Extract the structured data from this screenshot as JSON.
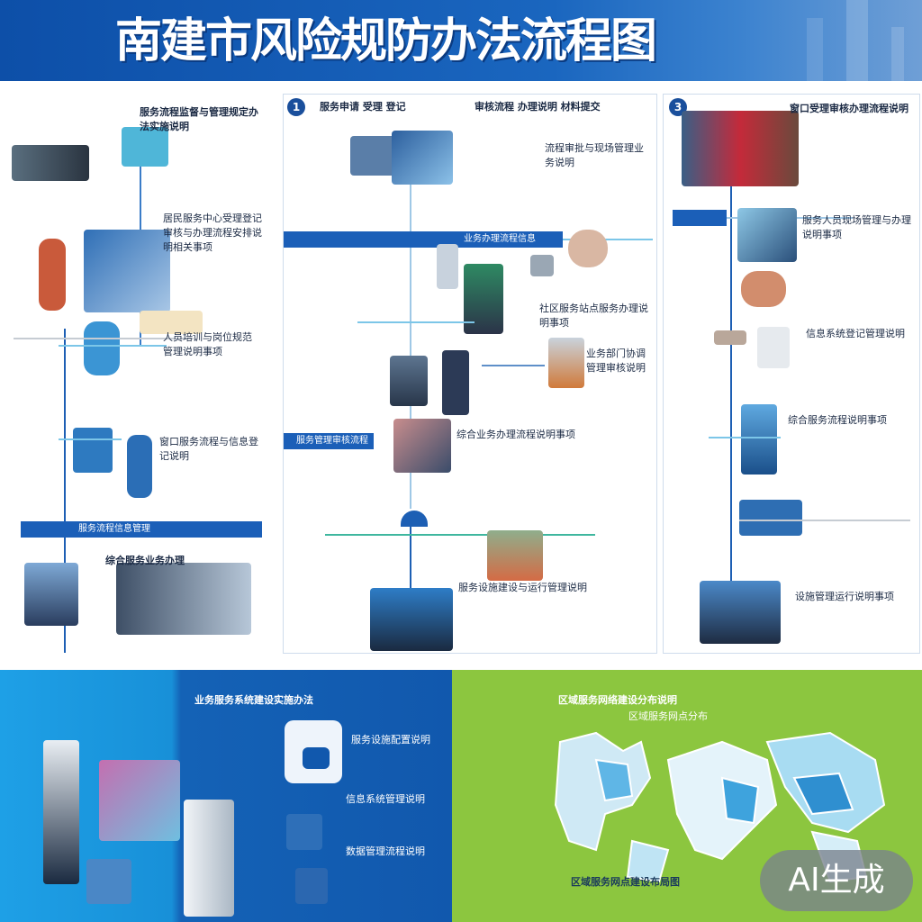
{
  "header": {
    "title": "南建市风险规防办法流程图"
  },
  "steps": {
    "step1": "1",
    "step3": "3"
  },
  "column1": {
    "blocks": [
      "服务流程监督与管理规定办法实施说明",
      "居民服务中心受理登记审核与办理流程安排说明相关事项",
      "人员培训与岗位规范管理说明事项",
      "窗口服务流程与信息登记说明",
      "综合服务业务办理"
    ],
    "band": "服务流程信息管理"
  },
  "column2": {
    "header_blocks": [
      "服务申请 受理 登记",
      "审核流程 办理说明 材料提交"
    ],
    "blocks": [
      "流程审批与现场管理业务说明",
      "社区服务站点服务办理说明事项",
      "业务部门协调管理审核说明",
      "综合业务办理流程说明事项",
      "服务设施建设与运行管理说明"
    ],
    "bands": [
      "业务办理流程信息",
      "服务管理审核流程"
    ]
  },
  "column3": {
    "blocks": [
      "窗口受理审核办理流程说明",
      "服务人员现场管理与办理说明事项",
      "信息系统登记管理说明",
      "综合服务流程说明事项",
      "设施管理运行说明事项"
    ]
  },
  "bottom_left": {
    "heading": "业务服务系统建设实施办法",
    "blocks": [
      "服务设施配置说明",
      "信息系统管理说明",
      "数据管理流程说明"
    ]
  },
  "bottom_right": {
    "heading": "区域服务网络建设分布说明",
    "sub": "区域服务网点分布",
    "footer": "区域服务网点建设布局图"
  },
  "badge": "AI生成",
  "colors": {
    "header_blue": "#1a66bf",
    "timeline_blue": "#1d5fb4",
    "accent_cyan": "#7cc6e8",
    "bottom_green": "#8cc63f",
    "bottom_blue": "#1462b6"
  }
}
